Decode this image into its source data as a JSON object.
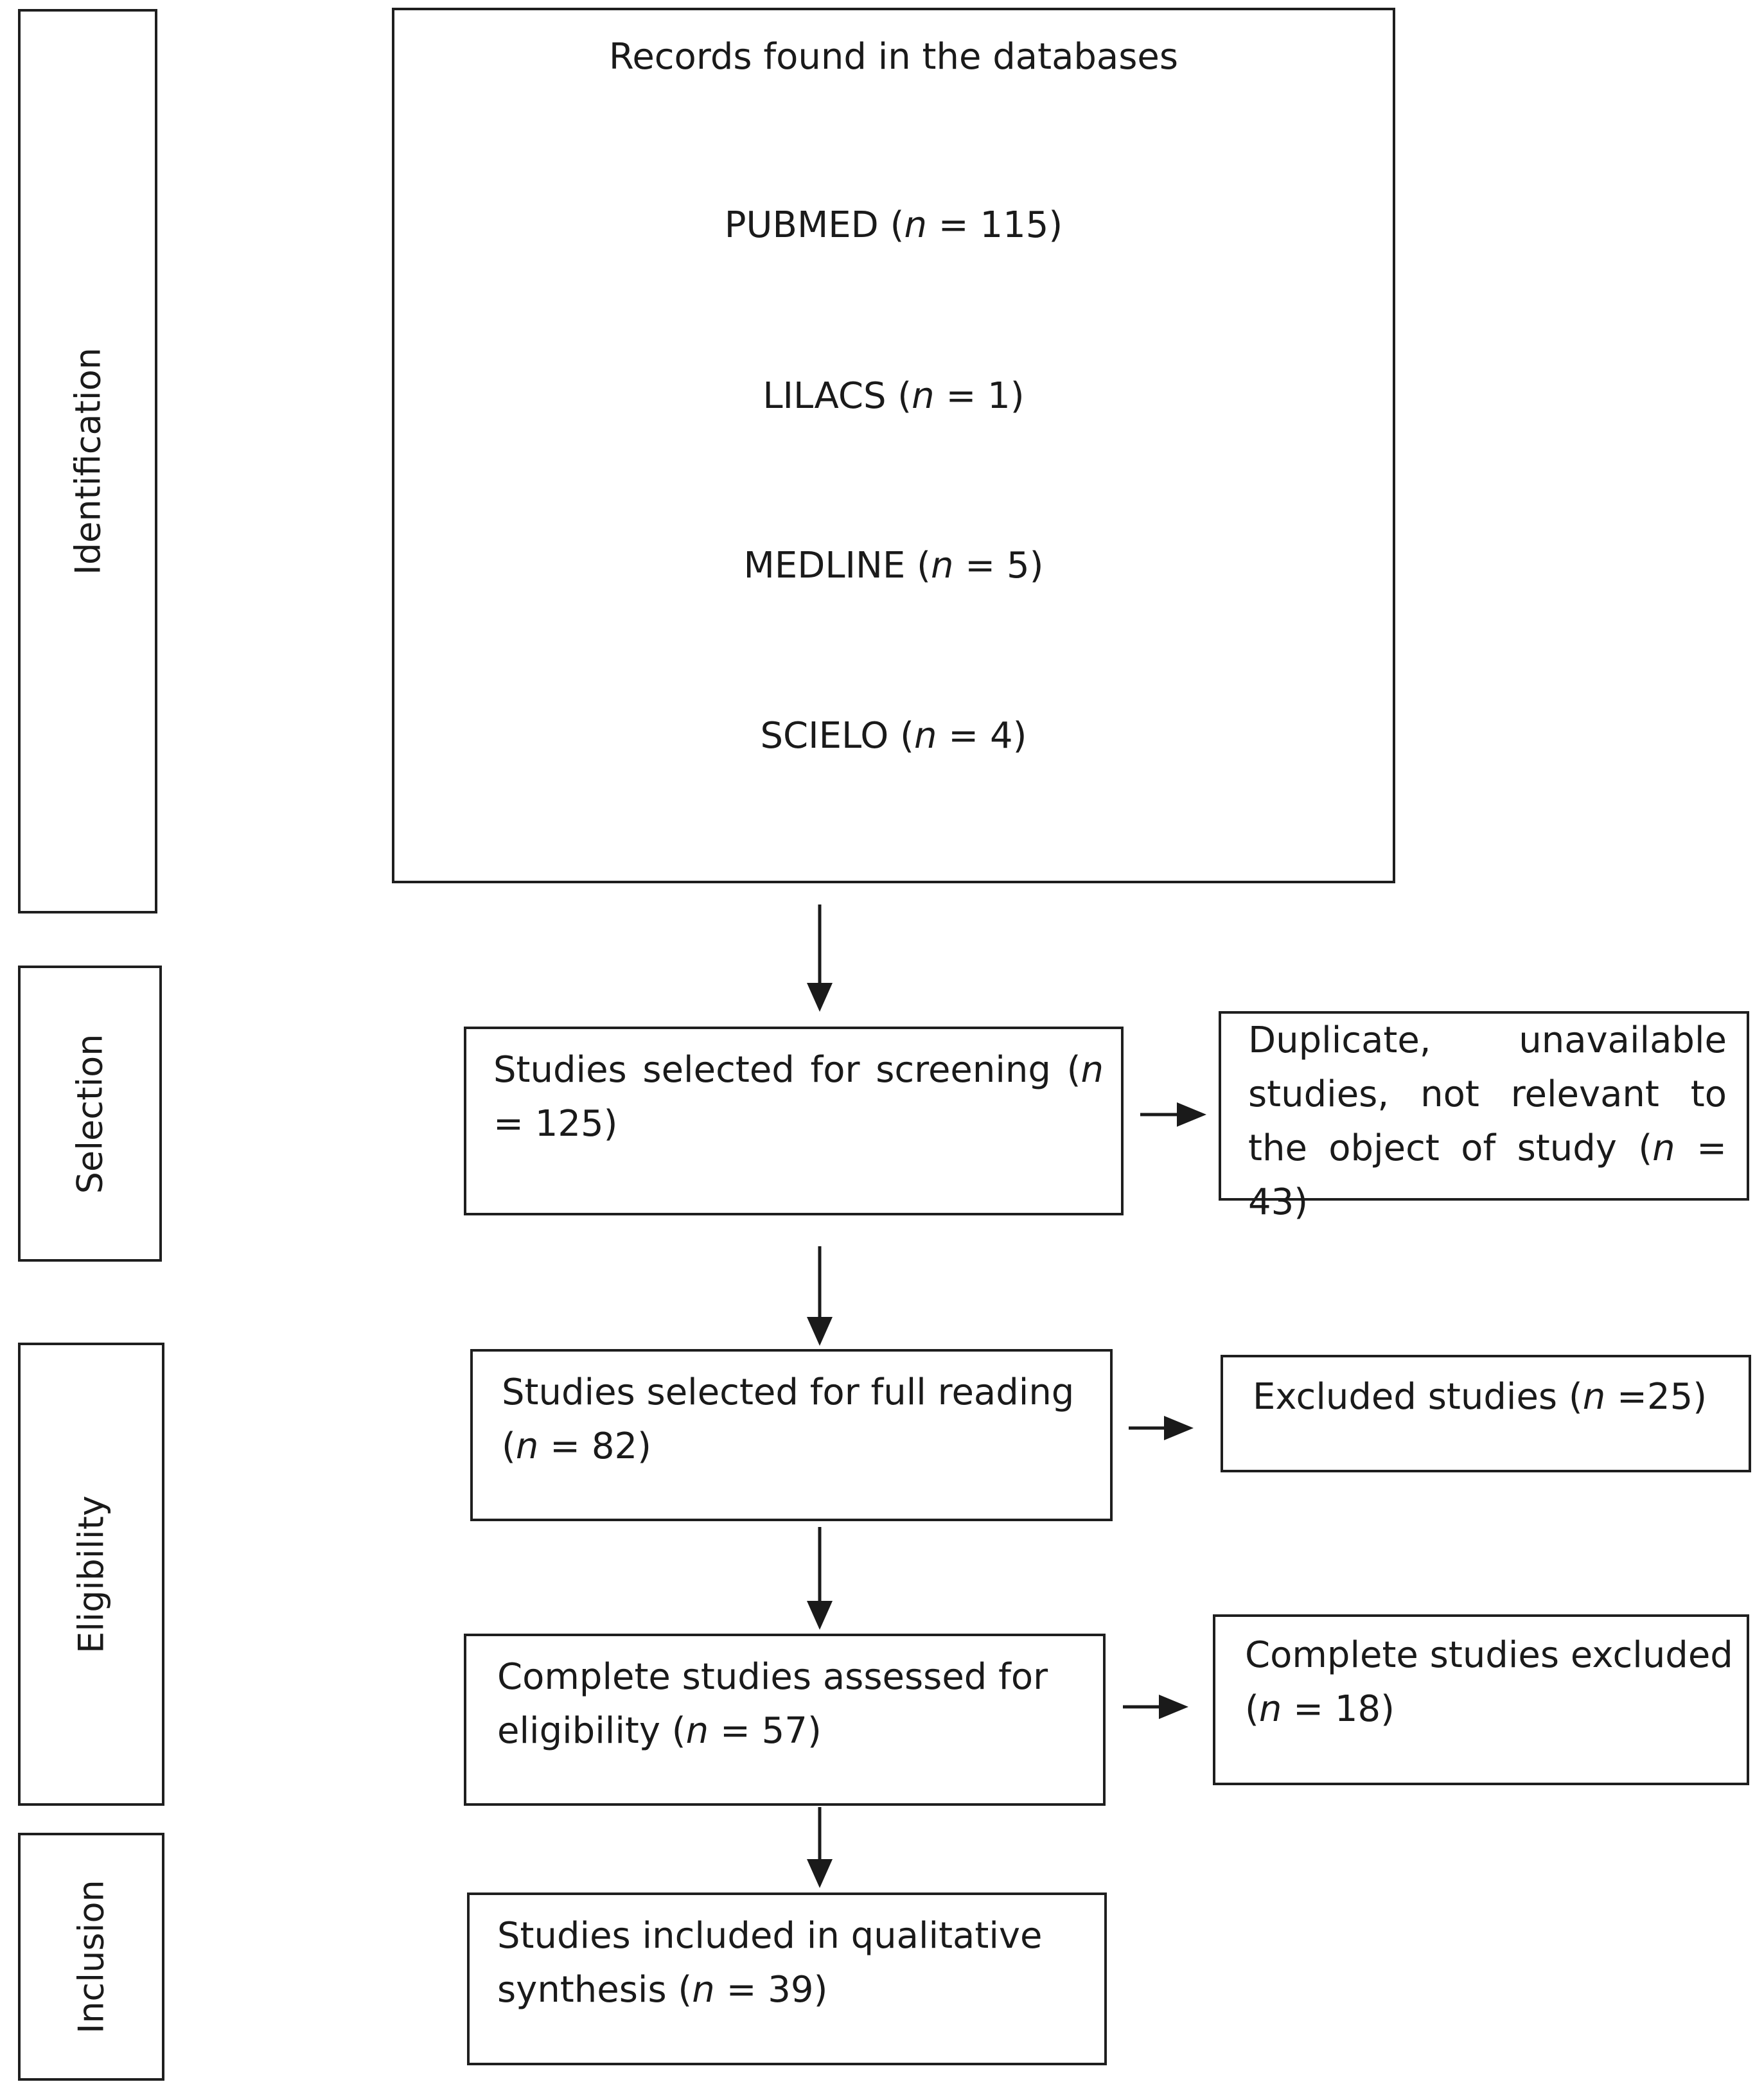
{
  "phases": {
    "identification": "Identification",
    "selection": "Selection",
    "eligibility": "Eligibility",
    "inclusion": "Inclusion"
  },
  "n_symbol": "n",
  "records_box": {
    "title": "Records found in the databases",
    "databases": [
      {
        "name": "PUBMED (",
        "count": " = 115)"
      },
      {
        "name": "LILACS (",
        "count": " = 1)"
      },
      {
        "name": "MEDLINE (",
        "count": " = 5)"
      },
      {
        "name": "SCIELO (",
        "count": " = 4)"
      }
    ]
  },
  "screening": {
    "text_before": "Studies selected for screening (",
    "text_after": " = 125)"
  },
  "duplicates": {
    "text_before": "Duplicate, unavailable studies, not relevant to the object of study (",
    "text_after": " = 43)"
  },
  "full_reading": {
    "text_before": "Studies selected for full reading (",
    "text_after": " = 82)"
  },
  "excluded": {
    "text_before": "Excluded studies (",
    "text_after": " =25)"
  },
  "assessed": {
    "text_before": "Complete studies assessed for eligibility (",
    "text_after": " = 57)"
  },
  "complete_excluded": {
    "text_before": "Complete studies excluded (",
    "text_after": " = 18)"
  },
  "included": {
    "text_before": "Studies included in qualitative synthesis (",
    "text_after": " = 39)"
  }
}
